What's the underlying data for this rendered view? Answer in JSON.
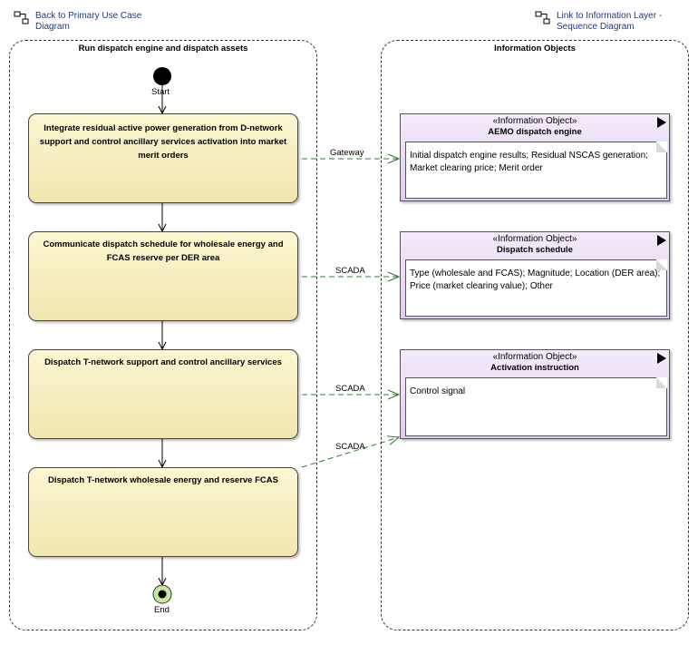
{
  "links": {
    "back": "Back to Primary Use Case Diagram",
    "sequence": "Link to Information Layer - Sequence Diagram"
  },
  "partitions": {
    "left_title": "Run dispatch engine and dispatch assets",
    "right_title": "Information Objects"
  },
  "nodes": {
    "start": "Start",
    "end": "End"
  },
  "actions": [
    "Integrate residual active power generation from D-network support and control ancillary services activation into market merit orders",
    "Communicate dispatch schedule for wholesale energy and FCAS reserve per DER area",
    "Dispatch T-network support and control ancillary services",
    "Dispatch T-network wholesale energy and reserve FCAS"
  ],
  "info_objects": [
    {
      "stereotype": "«Information Object»",
      "name": "AEMO dispatch engine",
      "note": "Initial dispatch engine results; Residual NSCAS generation; Market clearing price; Merit order"
    },
    {
      "stereotype": "«Information Object»",
      "name": "Dispatch schedule",
      "note": "Type (wholesale and FCAS); Magnitude; Location (DER area); Price (market clearing value); Other"
    },
    {
      "stereotype": "«Information Object»",
      "name": "Activation instruction",
      "note": "Control signal"
    }
  ],
  "flows": [
    "Gateway",
    "SCADA",
    "SCADA",
    "SCADA"
  ],
  "colors": {
    "action_fill": "#f6eebf",
    "info_fill": "#e8d8f2",
    "link_text": "#1c3a8a",
    "flow": "#2e7d32",
    "end_fill": "#c8e6a0"
  }
}
